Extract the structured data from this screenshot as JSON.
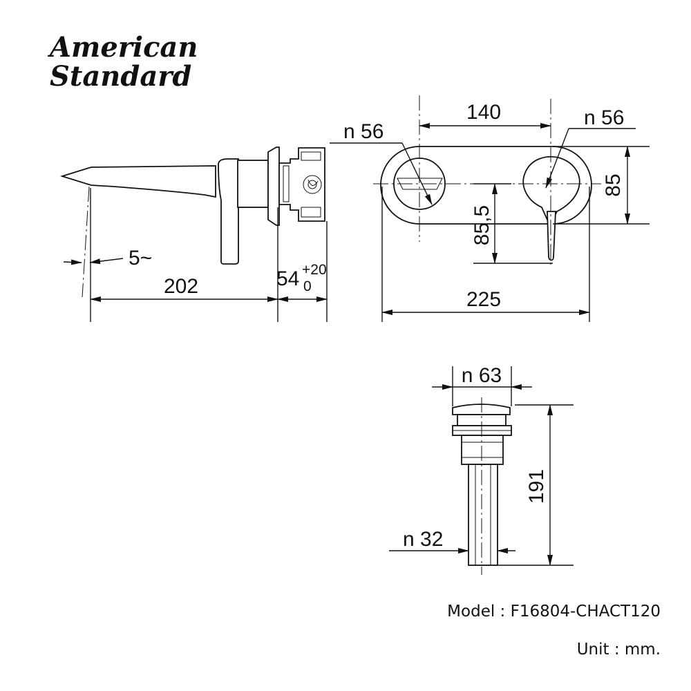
{
  "brand": {
    "line1": "American",
    "line2": "Standard"
  },
  "side_view": {
    "angle": "5~",
    "spout_length": "202",
    "wall_depth": "54",
    "tol_plus": "+20",
    "tol_zero": "0"
  },
  "front_view": {
    "hole_left": "n 56",
    "hole_right": "n 56",
    "spacing": "140",
    "height": "85",
    "handle_drop": "85,5",
    "width": "225"
  },
  "drain_view": {
    "head_dia": "n 63",
    "length": "191",
    "tail_dia": "n 32"
  },
  "info": {
    "model": "Model : F16804-CHACT120",
    "unit": "Unit : mm."
  }
}
